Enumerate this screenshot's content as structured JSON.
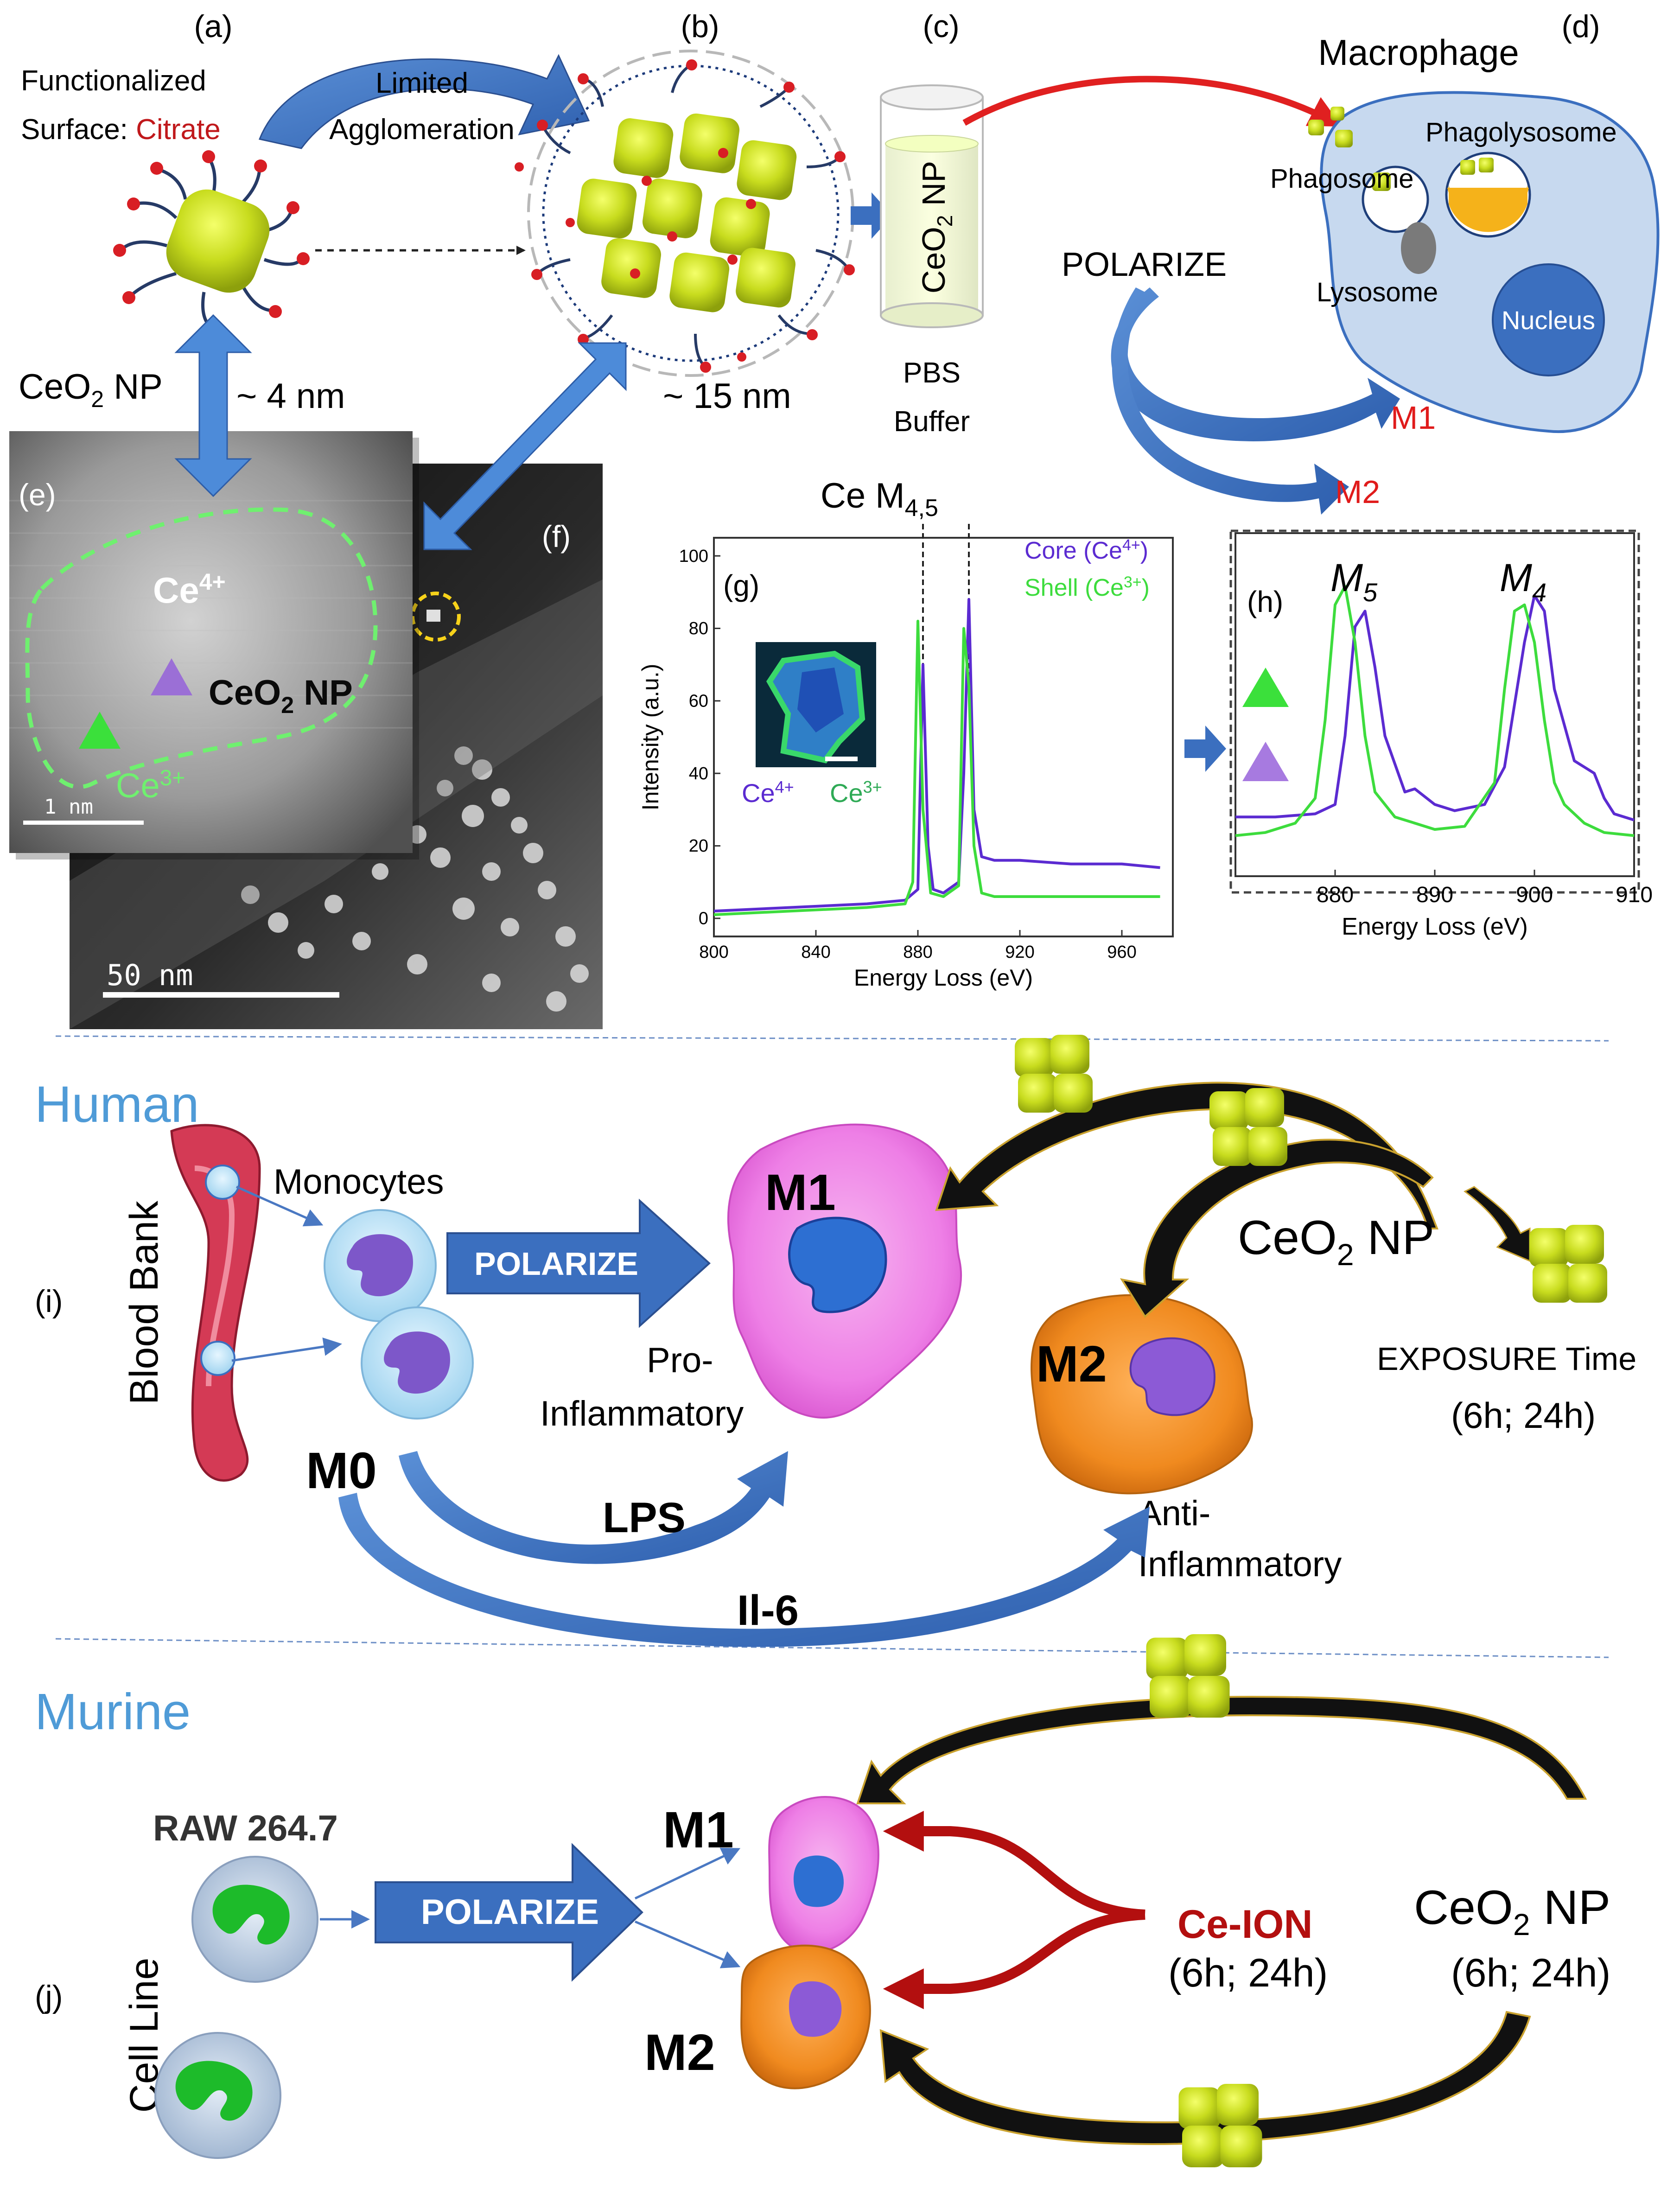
{
  "panel_labels": {
    "a": "(a)",
    "b": "(b)",
    "c": "(c)",
    "d": "(d)",
    "e": "(e)",
    "f": "(f)",
    "g": "(g)",
    "h": "(h)",
    "i": "(i)",
    "j": "(j)"
  },
  "top": {
    "functionalized_1": "Functionalized",
    "functionalized_2": "Surface: ",
    "citrate": "Citrate",
    "limited_1": "Limited",
    "limited_2": "Agglomeration",
    "ceo2_np_left": "CeO",
    "ceo2_np_left_suffix": " NP",
    "size_4nm": "~ 4 nm",
    "size_15nm": "~ 15 nm",
    "beaker_label": "CeO",
    "beaker_label_suffix": " NP",
    "pbs_1": "PBS",
    "pbs_2": "Buffer",
    "macrophage": "Macrophage",
    "phagosome": "Phagosome",
    "phagolysosome": "Phagolysosome",
    "lysosome": "Lysosome",
    "nucleus": "Nucleus",
    "polarize": "POLARIZE",
    "m1": "M1",
    "m2": "M2"
  },
  "tem": {
    "ce4": "Ce",
    "ce4_sup": "4+",
    "ce3": "Ce",
    "ce3_sup": "3+",
    "np_label": "CeO",
    "np_label_suffix": " NP",
    "scale_1nm": "1 nm",
    "scale_50nm": "50 nm"
  },
  "spectrum": {
    "title": "Ce M",
    "title_sub": "4,5",
    "legend_core": "Core (Ce",
    "legend_core_sup": "4+",
    "legend_shell": "Shell (Ce",
    "legend_shell_sup": "3+",
    "inset_ce4": "Ce",
    "inset_ce3": "Ce",
    "m5": "M",
    "m5_sub": "5",
    "m4": "M",
    "m4_sub": "4",
    "colors": {
      "core": "#5b2bd1",
      "shell": "#3ddc3d"
    }
  },
  "chart_data": [
    {
      "type": "line",
      "xlabel": "Energy Loss (eV)",
      "ylabel": "Intensity (a.u.)",
      "xlim": [
        800,
        980
      ],
      "ylim": [
        -5,
        105
      ],
      "xticks": [
        800,
        840,
        880,
        920,
        960
      ],
      "yticks": [
        0,
        20,
        40,
        60,
        80,
        100
      ],
      "series": [
        {
          "name": "Core (Ce4+)",
          "x": [
            800,
            830,
            860,
            875,
            880,
            882,
            884,
            886,
            890,
            896,
            898,
            900,
            902,
            905,
            910,
            920,
            940,
            960,
            975
          ],
          "y": [
            2,
            3,
            4,
            5,
            8,
            70,
            20,
            8,
            7,
            10,
            40,
            88,
            30,
            17,
            16,
            16,
            15,
            15,
            14
          ]
        },
        {
          "name": "Shell (Ce3+)",
          "x": [
            800,
            830,
            860,
            875,
            878,
            880,
            882,
            885,
            890,
            896,
            898,
            900,
            902,
            905,
            910,
            920,
            940,
            960,
            975
          ],
          "y": [
            1,
            2,
            3,
            4,
            10,
            82,
            30,
            7,
            6,
            9,
            80,
            64,
            20,
            7,
            6,
            6,
            6,
            6,
            6
          ]
        }
      ]
    },
    {
      "type": "line",
      "xlabel": "Energy Loss (eV)",
      "xlim": [
        870,
        910
      ],
      "xticks": [
        880,
        890,
        900,
        910
      ],
      "series": [
        {
          "name": "Core (Ce4+)",
          "x": [
            870,
            874,
            878,
            880,
            881,
            882,
            883,
            884,
            885,
            887,
            888,
            890,
            892,
            895,
            897,
            899,
            900,
            901,
            902,
            904,
            905,
            906,
            907,
            908,
            910
          ],
          "y": [
            14,
            14,
            15,
            18,
            40,
            75,
            80,
            62,
            40,
            22,
            23,
            18,
            16,
            18,
            30,
            70,
            85,
            80,
            55,
            32,
            30,
            28,
            20,
            15,
            13
          ]
        },
        {
          "name": "Shell (Ce3+)",
          "x": [
            870,
            873,
            876,
            878,
            879,
            880,
            881,
            882,
            883,
            884,
            886,
            888,
            890,
            893,
            896,
            897,
            898,
            899,
            900,
            901,
            902,
            903,
            905,
            907,
            910
          ],
          "y": [
            8,
            9,
            12,
            20,
            45,
            82,
            88,
            70,
            40,
            22,
            14,
            12,
            10,
            11,
            25,
            55,
            80,
            82,
            70,
            45,
            25,
            18,
            12,
            9,
            8
          ]
        }
      ]
    }
  ],
  "human": {
    "title": "Human",
    "blood_bank": "Blood Bank",
    "monocytes": "Monocytes",
    "polarize": "POLARIZE",
    "m0": "M0",
    "m1": "M1",
    "m2": "M2",
    "pro_1": "Pro-",
    "pro_2": "Inflammatory",
    "anti_1": "Anti-",
    "anti_2": "Inflammatory",
    "lps": "LPS",
    "il6": "Il-6",
    "ceo2": "CeO",
    "ceo2_suffix": " NP",
    "exposure": "EXPOSURE Time",
    "exposure_time": "(6h; 24h)"
  },
  "murine": {
    "title": "Murine",
    "raw": "RAW 264.7",
    "cell_line": "Cell Line",
    "polarize": "POLARIZE",
    "m1": "M1",
    "m2": "M2",
    "ce_ion": "Ce-ION",
    "ce_ion_time": "(6h; 24h)",
    "ceo2": "CeO",
    "ceo2_suffix": " NP",
    "ceo2_time": "(6h; 24h)"
  }
}
